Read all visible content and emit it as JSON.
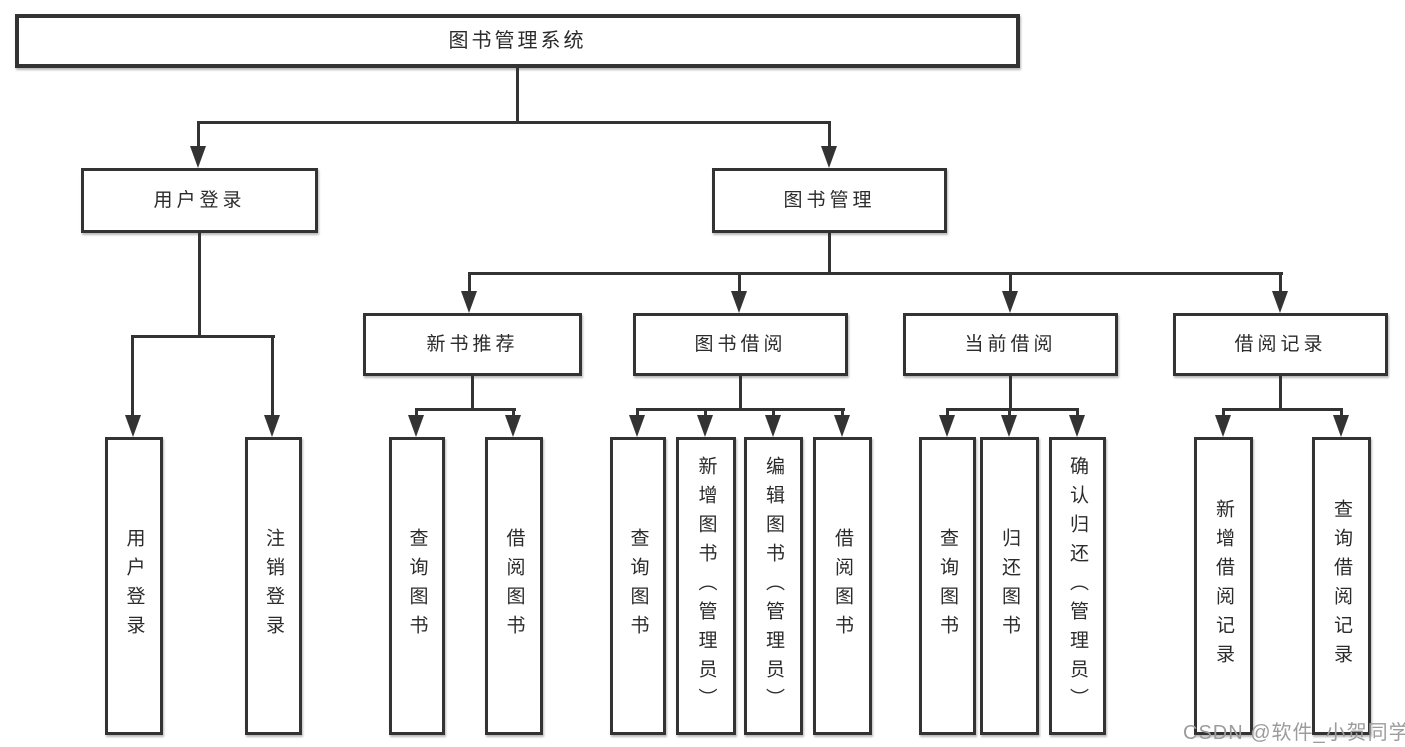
{
  "colors": {
    "line": "#333333",
    "text": "#2b2b2b",
    "watermark": "#9c9c9c",
    "background": "#ffffff"
  },
  "watermark": {
    "text": "CSDN @软件_小贺同学"
  },
  "tree": {
    "root": {
      "label": "图书管理系统"
    },
    "branches": [
      {
        "label": "用户登录",
        "children": [
          {
            "label": "用户登录"
          },
          {
            "label": "注销登录"
          }
        ]
      },
      {
        "label": "图书管理",
        "children": [
          {
            "label": "新书推荐",
            "children": [
              {
                "label": "查询图书"
              },
              {
                "label": "借阅图书"
              }
            ]
          },
          {
            "label": "图书借阅",
            "children": [
              {
                "label": "查询图书"
              },
              {
                "label": "新增图书（管理员）"
              },
              {
                "label": "编辑图书（管理员）"
              },
              {
                "label": "借阅图书"
              }
            ]
          },
          {
            "label": "当前借阅",
            "children": [
              {
                "label": "查询图书"
              },
              {
                "label": "归还图书"
              },
              {
                "label": "确认归还（管理员）"
              }
            ]
          },
          {
            "label": "借阅记录",
            "children": [
              {
                "label": "新增借阅记录"
              },
              {
                "label": "查询借阅记录"
              }
            ]
          }
        ]
      }
    ]
  }
}
